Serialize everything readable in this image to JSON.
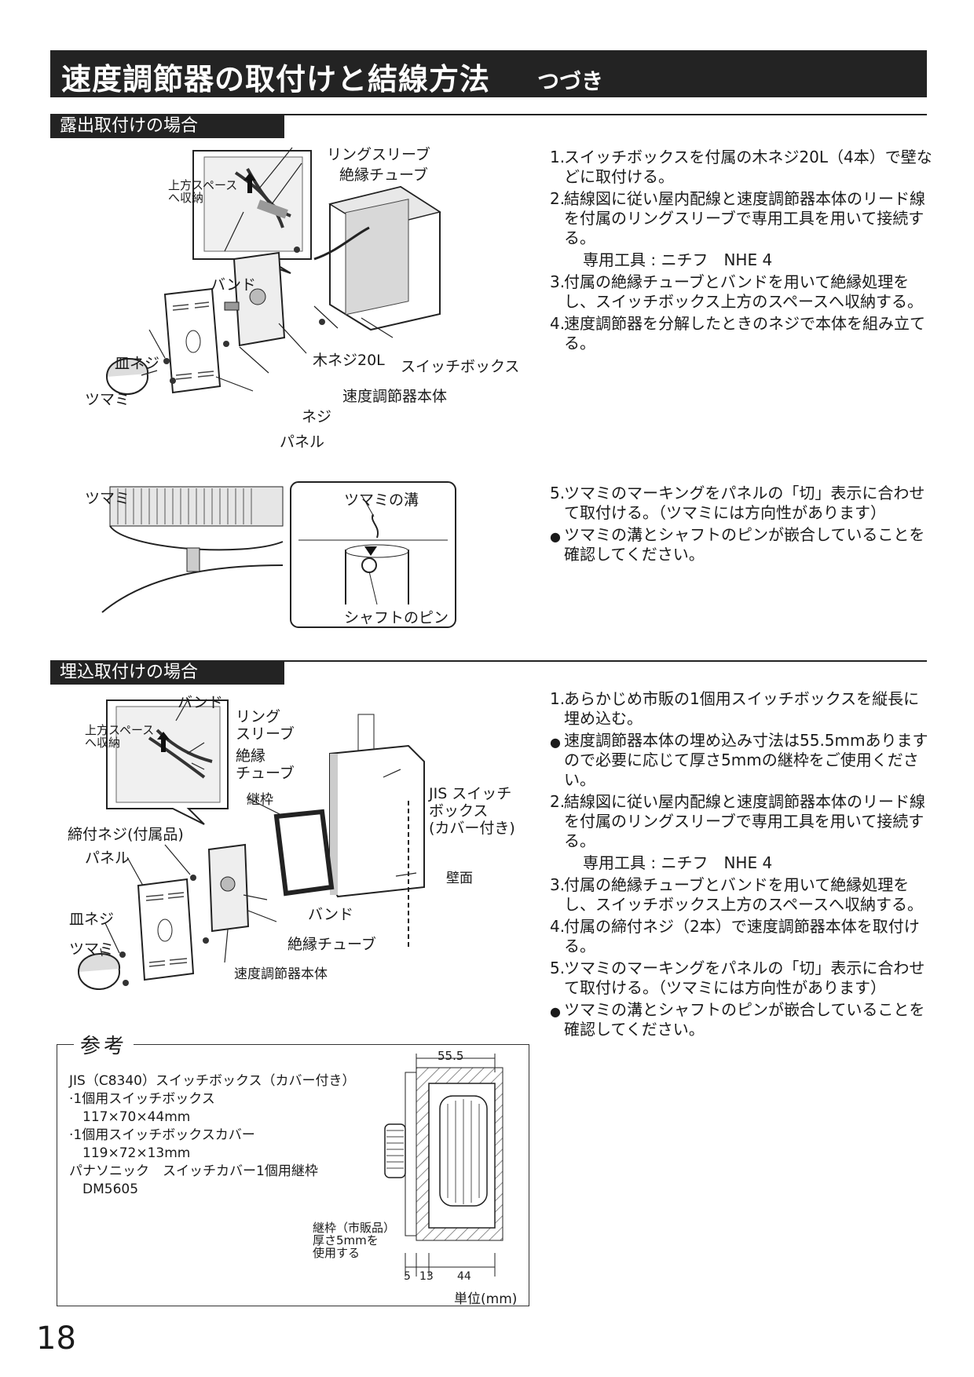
{
  "title": {
    "main": "速度調節器の取付けと結線方法",
    "sub": "つづき"
  },
  "section1": {
    "heading": "露出取付けの場合",
    "labels": {
      "ring_sleeve": "リングスリーブ",
      "insulation_tube": "絶縁チューブ",
      "upper_space": "上方スペース\nへ収納",
      "band": "バンド",
      "flat_screw": "皿ネジ",
      "wood_screw": "木ネジ20L",
      "switch_box": "スイッチボックス",
      "controller_body": "速度調節器本体",
      "knob": "ツマミ",
      "screw": "ネジ",
      "panel": "パネル"
    },
    "steps": [
      {
        "num": "1.",
        "text": "スイッチボックスを付属の木ネジ20L（4本）で壁などに取付ける。"
      },
      {
        "num": "2.",
        "text": "結線図に従い屋内配線と速度調節器本体のリード線を付属のリングスリーブで専用工具を用いて接続する。"
      },
      {
        "num": "",
        "text": "専用工具 : ニチフ　NHE 4"
      },
      {
        "num": "3.",
        "text": "付属の絶縁チューブとバンドを用いて絶縁処理をし、スイッチボックス上方のスペースへ収納する。"
      },
      {
        "num": "4.",
        "text": "速度調節器を分解したときのネジで本体を組み立てる。"
      }
    ]
  },
  "knob_detail": {
    "labels": {
      "knob": "ツマミ",
      "knob_groove": "ツマミの溝",
      "shaft_pin": "シャフトのピン"
    },
    "steps": [
      {
        "num": "5.",
        "text": "ツマミのマーキングをパネルの「切」表示に合わせて取付ける。（ツマミには方向性があります）"
      },
      {
        "num": "●",
        "text": "ツマミの溝とシャフトのピンが嵌合していることを確認してください。"
      }
    ]
  },
  "section2": {
    "heading": "埋込取付けの場合",
    "labels": {
      "band_top": "バンド",
      "ring_sleeve": "リング\nスリーブ",
      "upper_space": "上方スペース\nへ収納",
      "insulation_tube": "絶縁\nチューブ",
      "frame": "継枠",
      "jis_box": "JIS スイッチ\nボックス\n(カバー付き)",
      "fastening_screw": "締付ネジ(付属品)",
      "panel": "パネル",
      "wall_surface": "壁面",
      "flat_screw": "皿ネジ",
      "band": "バンド",
      "knob": "ツマミ",
      "insulation_tube2": "絶縁チューブ",
      "controller_body": "速度調節器本体"
    },
    "steps": [
      {
        "num": "1.",
        "text": "あらかじめ市販の1個用スイッチボックスを縦長に埋め込む。"
      },
      {
        "num": "●",
        "text": "速度調節器本体の埋め込み寸法は55.5mmありますので必要に応じて厚さ5mmの継枠をご使用ください。"
      },
      {
        "num": "2.",
        "text": "結線図に従い屋内配線と速度調節器本体のリード線を付属のリングスリーブで専用工具を用いて接続する。"
      },
      {
        "num": "",
        "text": "専用工具 : ニチフ　NHE 4"
      },
      {
        "num": "3.",
        "text": "付属の絶縁チューブとバンドを用いて絶縁処理をし、スイッチボックス上方のスペースへ収納する。"
      },
      {
        "num": "4.",
        "text": "付属の締付ネジ（2本）で速度調節器本体を取付ける。"
      },
      {
        "num": "5.",
        "text": "ツマミのマーキングをパネルの「切」表示に合わせて取付ける。（ツマミには方向性があります）"
      },
      {
        "num": "●",
        "text": "ツマミの溝とシャフトのピンが嵌合していることを確認してください。"
      }
    ]
  },
  "reference": {
    "title": "参考",
    "lines": [
      "JIS（C8340）スイッチボックス（カバー付き）",
      "·1個用スイッチボックス",
      "　117×70×44mm",
      "·1個用スイッチボックスカバー",
      "　119×72×13mm",
      "パナソニック　スイッチカバー1個用継枠",
      "　DM5605"
    ],
    "dimensions": {
      "total": "55.5",
      "d1": "5",
      "d2": "13",
      "d3": "44"
    },
    "frame_note": "継枠（市販品）\n厚さ5mmを\n使用する",
    "unit": "単位(mm)"
  },
  "page_number": "18"
}
